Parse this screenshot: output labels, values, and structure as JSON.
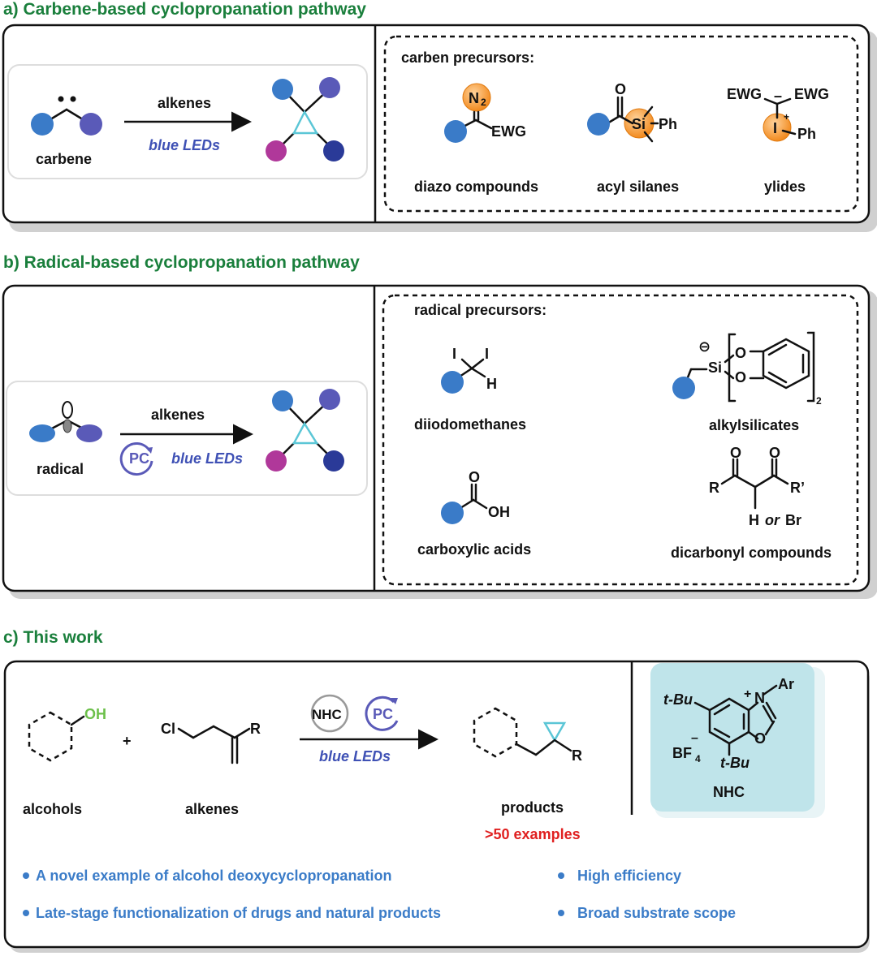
{
  "colors": {
    "title_green": "#1a7f3c",
    "node_blue": "#3a7bc8",
    "node_purple": "#5a5ab8",
    "node_magenta": "#b0389a",
    "node_navy": "#2a3a98",
    "cyclopropane_cyan": "#5bc6d6",
    "orange_atom": "#f28a1e",
    "led_blue": "#3f51b5",
    "highlight_red": "#e02020",
    "bullet_blue": "#3b7cc8",
    "nhc_box": "#bfe4ea"
  },
  "section_a": {
    "title": "a) Carbene-based cyclopropanation pathway",
    "left": {
      "reactant_label": "carbene",
      "arrow_top": "alkenes",
      "arrow_bottom": "blue LEDs"
    },
    "precursors_title": "carben precursors:",
    "precursors": [
      {
        "label": "diazo compounds",
        "atoms": {
          "n2": "N",
          "n2_sub": "2",
          "ewg": "EWG"
        }
      },
      {
        "label": "acyl silanes",
        "atoms": {
          "o": "O",
          "si": "Si",
          "ph": "Ph"
        }
      },
      {
        "label": "ylides",
        "atoms": {
          "ewg_left": "EWG",
          "ewg_right": "EWG",
          "i": "I",
          "ph": "Ph",
          "minus": "–",
          "plus": "+"
        }
      }
    ]
  },
  "section_b": {
    "title": "b) Radical-based cyclopropanation pathway",
    "left": {
      "reactant_label": "radical",
      "arrow_top": "alkenes",
      "pc": "PC",
      "arrow_bottom": "blue LEDs"
    },
    "precursors_title": "radical precursors:",
    "precursors": [
      {
        "label": "diiodomethanes",
        "atoms": {
          "i1": "I",
          "i2": "I",
          "h": "H"
        }
      },
      {
        "label": "alkylsilicates",
        "atoms": {
          "si": "Si",
          "o1": "O",
          "o2": "O",
          "sub": "2",
          "charge": "⊖"
        }
      },
      {
        "label": "carboxylic acids",
        "atoms": {
          "o": "O",
          "oh": "OH"
        }
      },
      {
        "label": "dicarbonyl compounds",
        "atoms": {
          "o1": "O",
          "o2": "O",
          "r": "R",
          "r2": "R’",
          "h": "H",
          "or": "or",
          "br": "Br"
        }
      }
    ]
  },
  "section_c": {
    "title": "c) This work",
    "alcohol": {
      "label": "alcohols",
      "oh": "OH"
    },
    "plus": "+",
    "alkene": {
      "label": "alkenes",
      "cl": "Cl",
      "r": "R"
    },
    "catalysts": {
      "nhc": "NHC",
      "pc": "PC"
    },
    "arrow_bottom": "blue LEDs",
    "product": {
      "label": "products",
      "r": "R",
      "examples": ">50 examples"
    },
    "nhc_structure": {
      "label": "NHC",
      "ar": "Ar",
      "tbu1": "t-Bu",
      "tbu2": "t-Bu",
      "bf4": "BF",
      "bf4_sub": "4",
      "n": "N",
      "o": "O",
      "plus": "+",
      "minus": "–"
    },
    "bullets_left": [
      "A novel example of alcohol deoxycyclopropanation",
      "Late-stage functionalization of drugs and natural products"
    ],
    "bullets_right": [
      "High efficiency",
      "Broad substrate scope"
    ]
  }
}
